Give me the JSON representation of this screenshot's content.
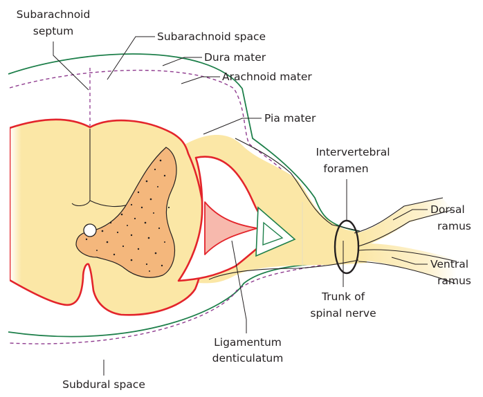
{
  "colors": {
    "cord_fill": "#fbe7a6",
    "grey_matter": "#f4b77c",
    "pia_line": "#e3242b",
    "dura_line": "#1d7f4a",
    "arachnoid_line": "#8e3a8e",
    "ligament_fill": "#f7b9ad",
    "leader_line": "#231f20"
  },
  "labels": {
    "subarachnoid_septum_l1": "Subarachnoid",
    "subarachnoid_septum_l2": "septum",
    "subarachnoid_space": "Subarachnoid space",
    "dura_mater": "Dura mater",
    "arachnoid_mater": "Arachnoid mater",
    "pia_mater": "Pia mater",
    "intervertebral_l1": "Intervertebral",
    "intervertebral_l2": "foramen",
    "dorsal_l1": "Dorsal",
    "dorsal_l2": "ramus",
    "ventral_l1": "Ventral",
    "ventral_l2": "ramus",
    "trunk_l1": "Trunk of",
    "trunk_l2": "spinal nerve",
    "ligamentum_l1": "Ligamentum",
    "ligamentum_l2": "denticulatum",
    "subdural_space": "Subdural space"
  }
}
